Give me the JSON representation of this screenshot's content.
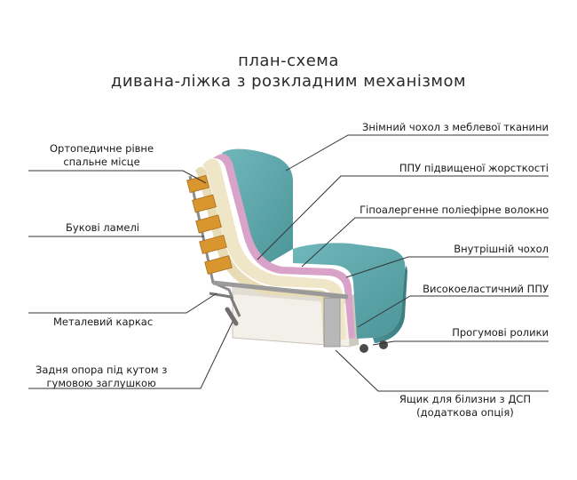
{
  "title": {
    "line1": "план-схема",
    "line2": "дивана-ліжка з розкладним механізмом"
  },
  "labels": {
    "mattress_l1": "Ортопедичне рівне",
    "mattress_l2": "спальне місце",
    "slats": "Букові ламелі",
    "frame": "Металевий каркас",
    "leg_l1": "Задня опора під кутом з",
    "leg_l2": "гумовою заглушкою",
    "cover": "Знімний чохол з меблевої тканини",
    "foam_hard": "ППУ підвищеної жорсткості",
    "fiber": "Гіпоалергенне поліефірне волокно",
    "inner_cover": "Внутрішній чохол",
    "hr_foam": "Високоеластичний ППУ",
    "rollers": "Прогумові ролики",
    "box_l1": "Ящик для білизни з ДСП",
    "box_l2": "(додаткова опція)"
  },
  "colors": {
    "fabric": "#5fa9ad",
    "fabric_dark": "#3f8488",
    "pink": "#d9a3c9",
    "foam": "#eee3c3",
    "slat": "#d9962f",
    "box": "#f2efe9"
  }
}
